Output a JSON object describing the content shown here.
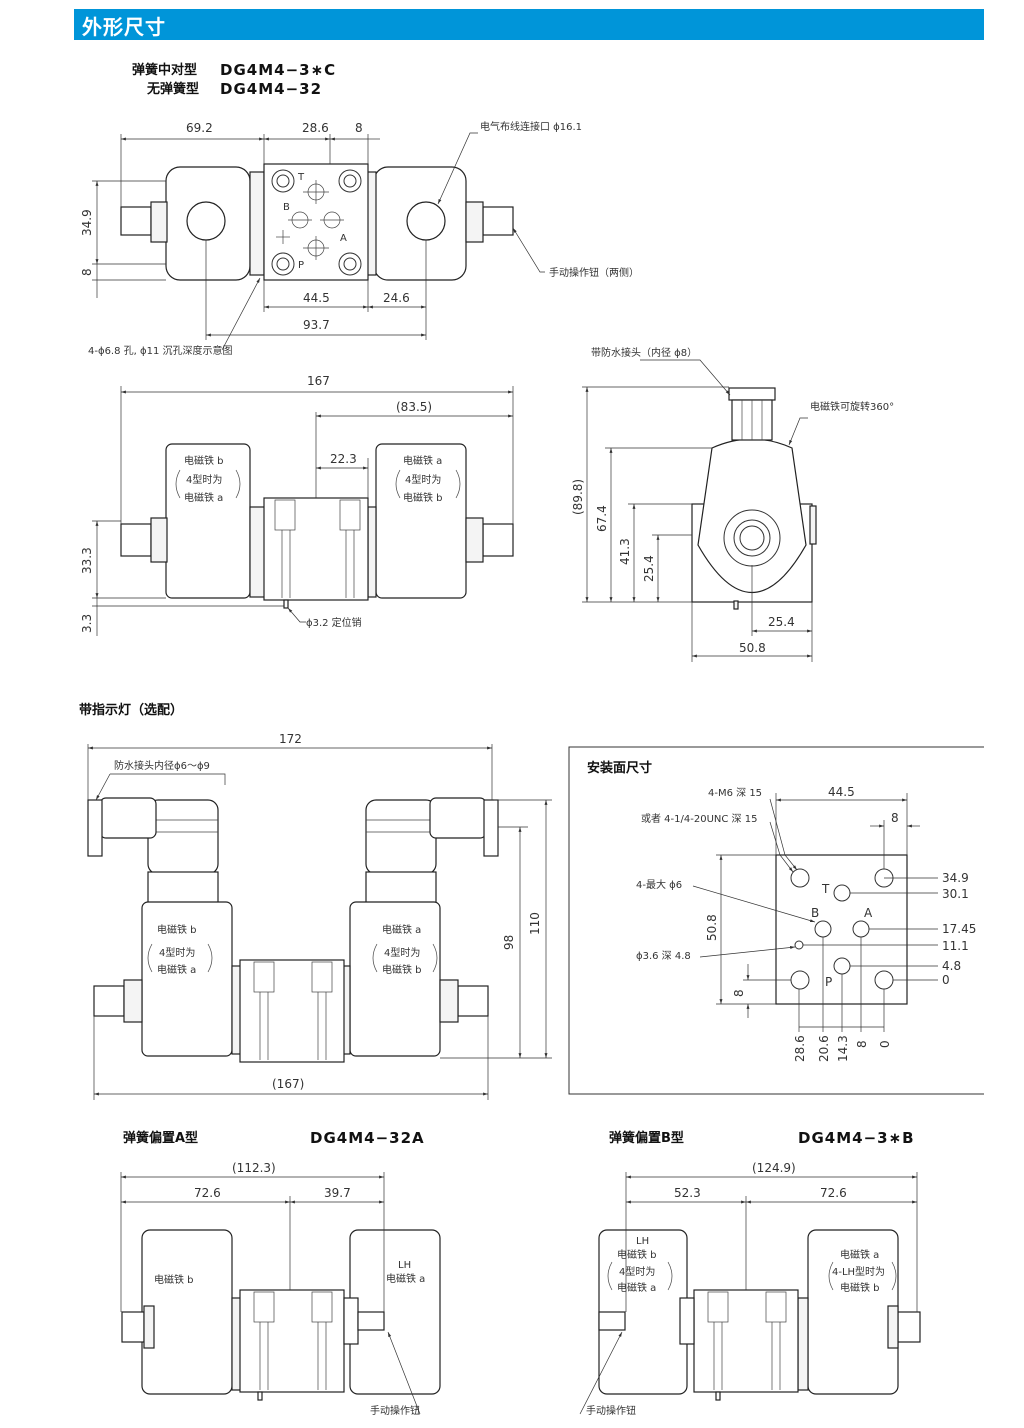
{
  "header": {
    "title": "外形尺寸"
  },
  "section1": {
    "label_centered": "弹簧中对型",
    "model_centered": "DG4M4−3∗C",
    "label_nospring": "无弹簧型",
    "model_nospring": "DG4M4−32"
  },
  "top_view": {
    "dims": [
      "69.2",
      "28.6",
      "8",
      "34.9",
      "8",
      "44.5",
      "24.6",
      "93.7"
    ],
    "port_labels": [
      "T",
      "B",
      "A",
      "P"
    ],
    "note_wire": "电气布线连接口 ϕ16.1",
    "note_manual": "手动操作钮（两侧）",
    "note_hole": "4-ϕ6.8 孔, ϕ11 沉孔深度示意图"
  },
  "front_view": {
    "dims": [
      "167",
      "(83.5)",
      "22.3",
      "33.3",
      "3.3"
    ],
    "coil_b": [
      "电磁铁 b",
      "4型时为",
      "电磁铁 a"
    ],
    "coil_a": [
      "电磁铁 a",
      "4型时为",
      "电磁铁 b"
    ],
    "note_pin": "ϕ3.2 定位销"
  },
  "side_view": {
    "dims": [
      "(89.8)",
      "67.4",
      "41.3",
      "25.4",
      "25.4",
      "50.8"
    ],
    "note_water": "带防水接头（内径 ϕ8）",
    "note_rotate": "电磁铁可旋转360°"
  },
  "lamp_section": {
    "title": "带指示灯（选配）",
    "dims": [
      "172",
      "98",
      "110",
      "(167)"
    ],
    "note_water": "防水接头内径ϕ6～ϕ9",
    "coil_b": [
      "电磁铁 b",
      "4型时为",
      "电磁铁 a"
    ],
    "coil_a": [
      "电磁铁 a",
      "4型时为",
      "电磁铁 b"
    ]
  },
  "mount": {
    "title": "安装面尺寸",
    "note_m6": "4-M6 深 15",
    "note_unc": "或者 4-1/4-20UNC 深 15",
    "note_max": "4-最大 ϕ6",
    "note_pin": "ϕ3.6 深 4.8",
    "dims_top": [
      "44.5",
      "8"
    ],
    "dims_right": [
      "34.9",
      "30.1",
      "17.45",
      "11.1",
      "4.8",
      "0"
    ],
    "dims_left": [
      "50.8",
      "8"
    ],
    "dims_bottom": [
      "28.6",
      "20.6",
      "14.3",
      "8",
      "0"
    ],
    "port_labels": [
      "T",
      "B",
      "A",
      "P"
    ]
  },
  "offset_a": {
    "label": "弹簧偏置A型",
    "model": "DG4M4−32A",
    "dims": [
      "(112.3)",
      "72.6",
      "39.7"
    ],
    "coil_b": "电磁铁 b",
    "coil_lh": [
      "LH",
      "电磁铁 a"
    ],
    "note_manual": "手动操作钮"
  },
  "offset_b": {
    "label": "弹簧偏置B型",
    "model": "DG4M4−3∗B",
    "dims": [
      "(124.9)",
      "52.3",
      "72.6"
    ],
    "coil_lh": [
      "LH",
      "电磁铁 b",
      "4型时为",
      "电磁铁 a"
    ],
    "coil_a": [
      "电磁铁 a",
      "4-LH型时为",
      "电磁铁 b"
    ],
    "note_manual": "手动操作钮"
  }
}
